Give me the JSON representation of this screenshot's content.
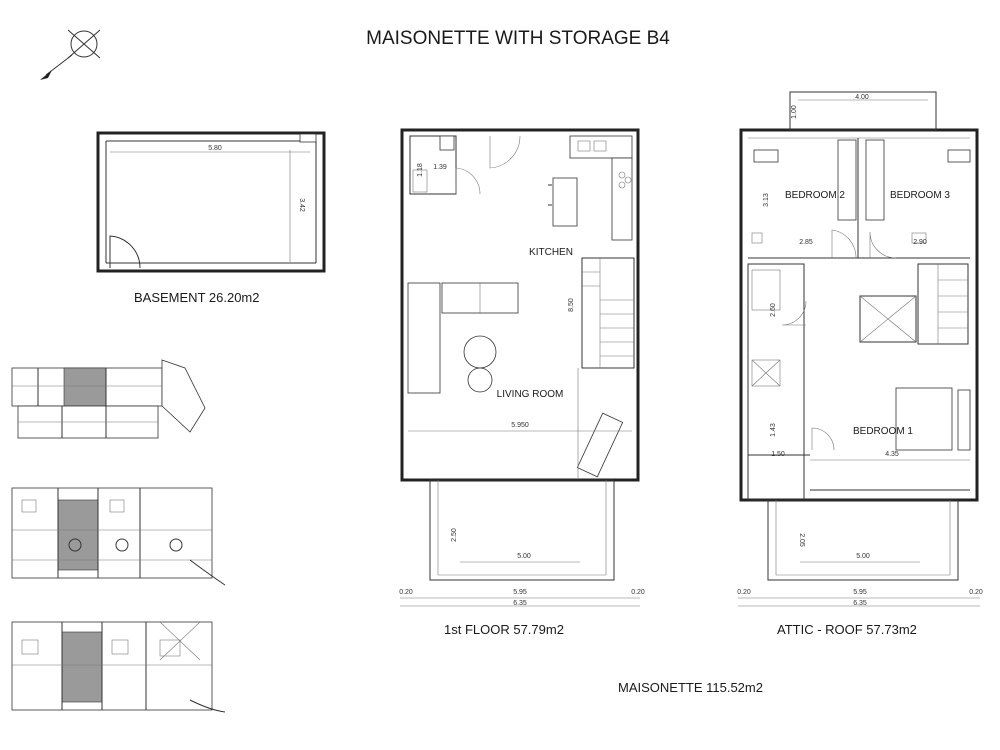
{
  "title": "MAISONETTE WITH STORAGE B4",
  "basement": {
    "caption": "BASEMENT   26.20m2",
    "dims": {
      "width": "5.80",
      "depth": "3.42"
    }
  },
  "floor1": {
    "caption": "1st FLOOR   57.79m2",
    "rooms": {
      "kitchen": "KITCHEN",
      "living": "LIVING ROOM"
    },
    "dims": {
      "wc_w": "1.39",
      "wc_h": "1.18",
      "living_w": "5.950",
      "stair_h": "8.50",
      "balcony_w": "5.00",
      "balcony_d": "2.50",
      "bottom_left": "0.20",
      "bottom_mid": "5.95",
      "bottom_right": "0.20",
      "total": "6.35"
    }
  },
  "attic": {
    "caption": "ATTIC - ROOF   57.73m2",
    "rooms": {
      "bed1": "BEDROOM 1",
      "bed2": "BEDROOM 2",
      "bed3": "BEDROOM 3"
    },
    "dims": {
      "top_w": "4.00",
      "top_d": "1.00",
      "bed2_h": "3.13",
      "bed2_w": "2.85",
      "bed3_w": "2.90",
      "bath_h": "2.60",
      "wc_h": "1.43",
      "wc_w": "1.50",
      "bed1_w": "4.35",
      "terrace_w": "5.00",
      "terrace_d": "2.05",
      "bottom_left": "0.20",
      "bottom_mid": "5.95",
      "bottom_right": "0.20",
      "total": "6.35"
    }
  },
  "total_caption": "MAISONETTE 115.52m2"
}
